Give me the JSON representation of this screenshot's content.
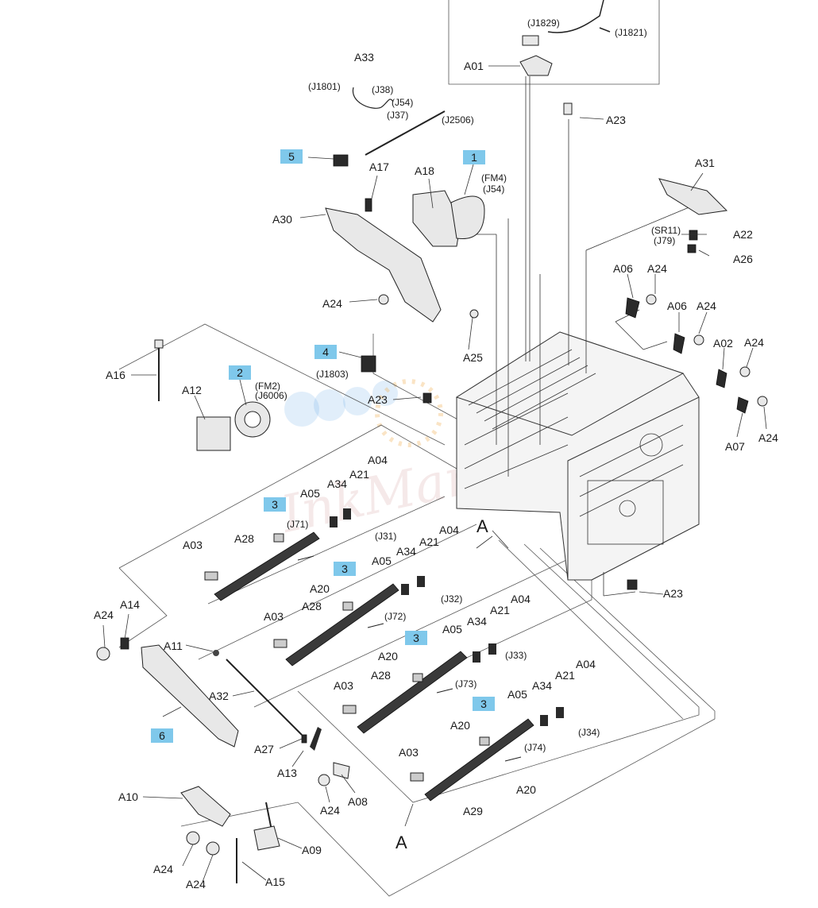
{
  "callouts": [
    {
      "num": "1"
    },
    {
      "num": "2"
    },
    {
      "num": "3"
    },
    {
      "num": "4"
    },
    {
      "num": "5"
    },
    {
      "num": "6"
    },
    {
      "num": "3"
    },
    {
      "num": "3"
    },
    {
      "num": "3"
    }
  ],
  "callout_color": "#7fc8eb",
  "labels": {
    "A01": "A01",
    "A33": "A33",
    "A23a": "A23",
    "A31": "A31",
    "A22": "A22",
    "A26": "A26",
    "A18": "A18",
    "A17": "A17",
    "A30": "A30",
    "A24a": "A24",
    "A06a": "A06",
    "A24b": "A24",
    "A06b": "A06",
    "A24c": "A24",
    "A02": "A02",
    "A24d": "A24",
    "A24e": "A24",
    "A07": "A07",
    "A25": "A25",
    "A16": "A16",
    "A12": "A12",
    "A23b": "A23",
    "A04a": "A04",
    "A21a": "A21",
    "A34a": "A34",
    "A05a": "A05",
    "A28a": "A28",
    "A03a": "A03",
    "A20a": "A20",
    "A04b": "A04",
    "A21b": "A21",
    "A34b": "A34",
    "A05b": "A05",
    "A28b": "A28",
    "A03b": "A03",
    "A20b": "A20",
    "A04c": "A04",
    "A21c": "A21",
    "A34c": "A34",
    "A05c": "A05",
    "A28c": "A28",
    "A03c": "A03",
    "A20c": "A20",
    "A04d": "A04",
    "A21d": "A21",
    "A34d": "A34",
    "A05d": "A05",
    "A29": "A29",
    "A03d": "A03",
    "A20d": "A20",
    "A23c": "A23",
    "A24f": "A24",
    "A14": "A14",
    "A11": "A11",
    "A32": "A32",
    "A27": "A27",
    "A13": "A13",
    "A08": "A08",
    "A24g": "A24",
    "A10": "A10",
    "A09": "A09",
    "A24h": "A24",
    "A24i": "A24",
    "A15": "A15"
  },
  "connectors": {
    "J1829": "(J1829)",
    "J1821": "(J1821)",
    "J1801": "(J1801)",
    "J38": "(J38)",
    "J54a": "(J54)",
    "J37": "(J37)",
    "J2506": "(J2506)",
    "FM4": "(FM4)",
    "J54b": "(J54)",
    "SR11": "(SR11)",
    "J79": "(J79)",
    "J1803": "(J1803)",
    "FM2": "(FM2)",
    "J6006": "(J6006)",
    "J71": "(J71)",
    "J31": "(J31)",
    "J72": "(J72)",
    "J32": "(J32)",
    "J73": "(J73)",
    "J33": "(J33)",
    "J74": "(J74)",
    "J34": "(J34)"
  },
  "section_marks": {
    "top": "A",
    "bottom": "A"
  },
  "watermark": "InkMarket"
}
